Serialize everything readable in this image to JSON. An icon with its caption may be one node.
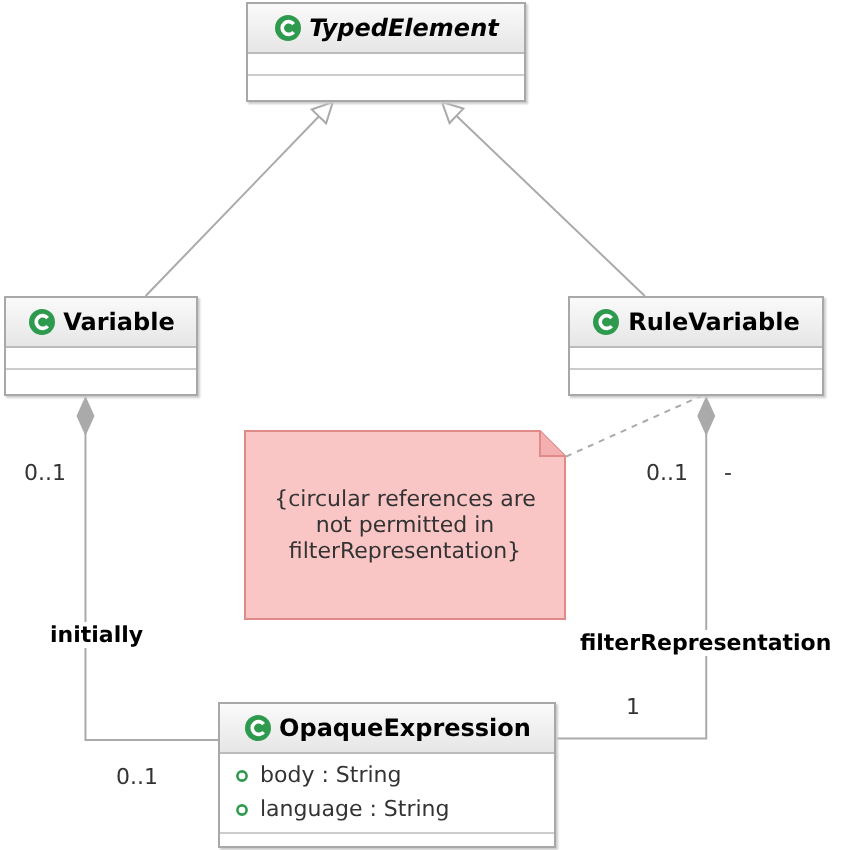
{
  "diagram": {
    "nodes": [
      {
        "text": [
          "TypedElement"
        ]
      },
      {
        "text": [
          "Variable"
        ]
      },
      {
        "text": [
          "RuleVariable"
        ]
      },
      {
        "text": [
          "{circular references are not permitted in filterRepresentation}"
        ]
      },
      {
        "text": [
          "OpaqueExpression",
          "body : String",
          "language : String"
        ]
      }
    ],
    "edges": [
      {
        "from": 1,
        "to": 0,
        "arrow": "to"
      },
      {
        "from": 2,
        "to": 0,
        "arrow": "to"
      },
      {
        "from": 1,
        "to": 4,
        "arrow": "other",
        "label": "initially"
      },
      {
        "from": 2,
        "to": 4,
        "arrow": "other",
        "label": "filterRepresentation"
      },
      {
        "from": 3,
        "to": 2,
        "arrow": "none",
        "style": "dashed"
      }
    ],
    "labels": [
      "0..1",
      "0..1",
      "-",
      "1",
      "0..1"
    ]
  }
}
